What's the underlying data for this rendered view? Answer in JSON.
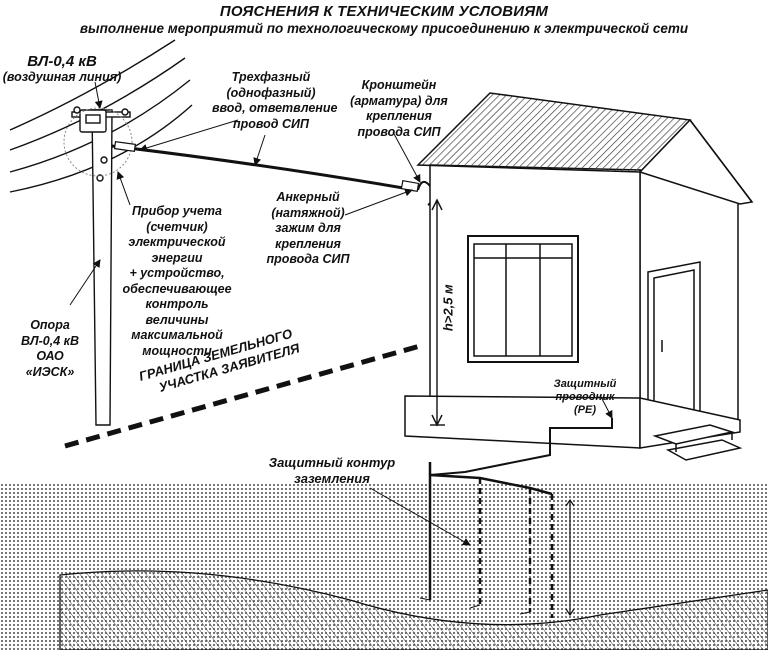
{
  "title": {
    "line1": "ПОЯСНЕНИЯ К ТЕХНИЧЕСКИМ УСЛОВИЯМ",
    "line2": "выполнение мероприятий по технологическому присоединению к электрической сети"
  },
  "labels": {
    "overhead_line": {
      "line1": "ВЛ-0,4 кВ",
      "line2": "(воздушная линия)"
    },
    "three_phase_input": [
      "Трехфазный",
      "(однофазный)",
      "ввод, ответвление",
      "провод СИП"
    ],
    "bracket": [
      "Кронштейн",
      "(арматура) для",
      "крепления",
      "провода СИП"
    ],
    "anchor_clamp": [
      "Анкерный",
      "(натяжной)",
      "зажим  для",
      "крепления",
      "провода СИП"
    ],
    "meter": [
      "Прибор учета",
      "(счетчик)",
      "электрической",
      "энергии",
      "+ устройство,",
      "обеспечивающее",
      "контроль",
      "величины",
      "максимальной",
      "мощности"
    ],
    "pole": [
      "Опора",
      "ВЛ-0,4 кВ",
      "ОАО",
      "«ИЭСК»"
    ],
    "boundary": {
      "line1": "ГРАНИЦА ЗЕМЕЛЬНОГО",
      "line2": "УЧАСТКА ЗАЯВИТЕЛЯ"
    },
    "height": "h>2,5 м",
    "pe_conductor": [
      "Защитный",
      "проводник",
      "(PE)"
    ],
    "grounding": [
      "Защитный контур",
      "заземления"
    ]
  },
  "colors": {
    "ink": "#111111",
    "roof_hatch": "#333333",
    "ground_dots": "#555555"
  }
}
